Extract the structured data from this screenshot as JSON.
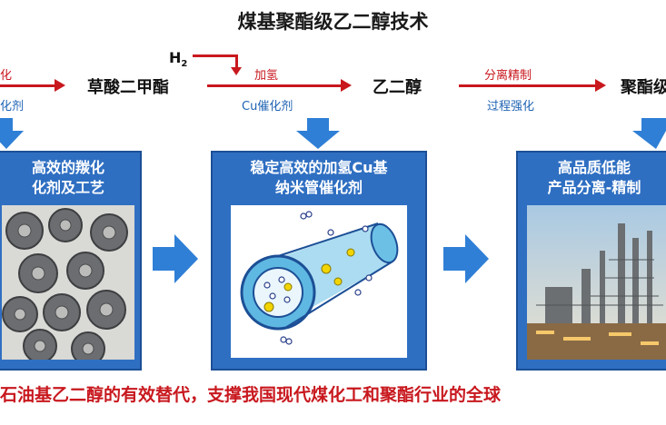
{
  "title": "煤基聚酯级乙二醇技术",
  "flow": {
    "step1_top": "化",
    "step1_bottom": "化剂",
    "node1": "草酸二甲酯",
    "h2_label": "H",
    "h2_sub": "2",
    "step2_top": "加氢",
    "step2_bottom": "Cu催化剂",
    "node2": "乙二醇",
    "step3_top": "分离精制",
    "step3_bottom": "过程强化",
    "node3": "聚酯级"
  },
  "panels": [
    {
      "line1": "高效的羰化",
      "line2": "化剂及工艺"
    },
    {
      "line1": "稳定高效的加氢Cu基",
      "line2": "纳米管催化剂"
    },
    {
      "line1": "高品质低能",
      "line2": "产品分离-精制"
    }
  ],
  "bottom_text": "石油基乙二醇的有效替代，支撑我国现代煤化工和聚酯行业的全球",
  "colors": {
    "accent_red": "#c8181e",
    "panel_blue": "#2f6fc2",
    "label_blue": "#1f63b4"
  },
  "icons": [
    "down-arrow-icon",
    "right-arrow-icon"
  ]
}
